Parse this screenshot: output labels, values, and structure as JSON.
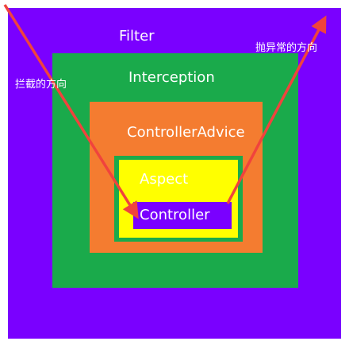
{
  "layers": {
    "filter": {
      "label": "Filter",
      "color": "#7a00ff"
    },
    "interception": {
      "label": "Interception",
      "color": "#1aaa4b"
    },
    "controller_advice": {
      "label": "ControllerAdvice",
      "color": "#f47c30"
    },
    "aspect": {
      "label": "Aspect",
      "color": "#ffff00",
      "border_color": "#1aaa4b"
    },
    "controller": {
      "label": "Controller",
      "color": "#7a00ff"
    }
  },
  "arrows": {
    "intercept_direction": {
      "label": "拦截的方向",
      "color": "#f0433d"
    },
    "exception_direction": {
      "label": "抛异常的方向",
      "color": "#f0433d"
    }
  }
}
